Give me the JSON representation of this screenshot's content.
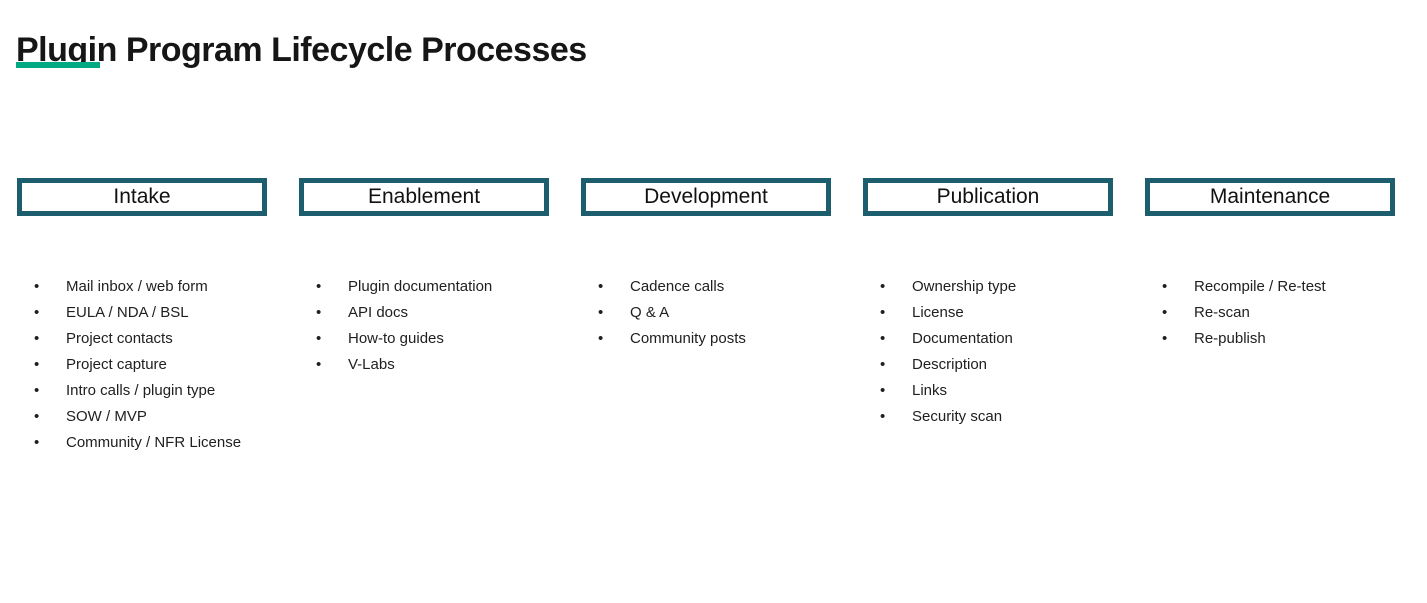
{
  "page": {
    "title": "Plugin Program Lifecycle Processes"
  },
  "theme": {
    "accent_green": "#01a982",
    "box_border_teal": "#1d5e6e",
    "text_color": "#1a1a1a"
  },
  "columns": [
    {
      "label": "Intake",
      "items": [
        "Mail inbox / web form",
        "EULA / NDA / BSL",
        "Project contacts",
        "Project capture",
        "Intro calls / plugin type",
        "SOW / MVP",
        "Community / NFR License"
      ]
    },
    {
      "label": "Enablement",
      "items": [
        "Plugin documentation",
        "API docs",
        "How-to guides",
        "V-Labs"
      ]
    },
    {
      "label": "Development",
      "items": [
        "Cadence calls",
        "Q & A",
        "Community posts"
      ]
    },
    {
      "label": "Publication",
      "items": [
        "Ownership type",
        "License",
        "Documentation",
        "Description",
        "Links",
        "Security scan"
      ]
    },
    {
      "label": "Maintenance",
      "items": [
        "Recompile / Re-test",
        "Re-scan",
        "Re-publish"
      ]
    }
  ]
}
